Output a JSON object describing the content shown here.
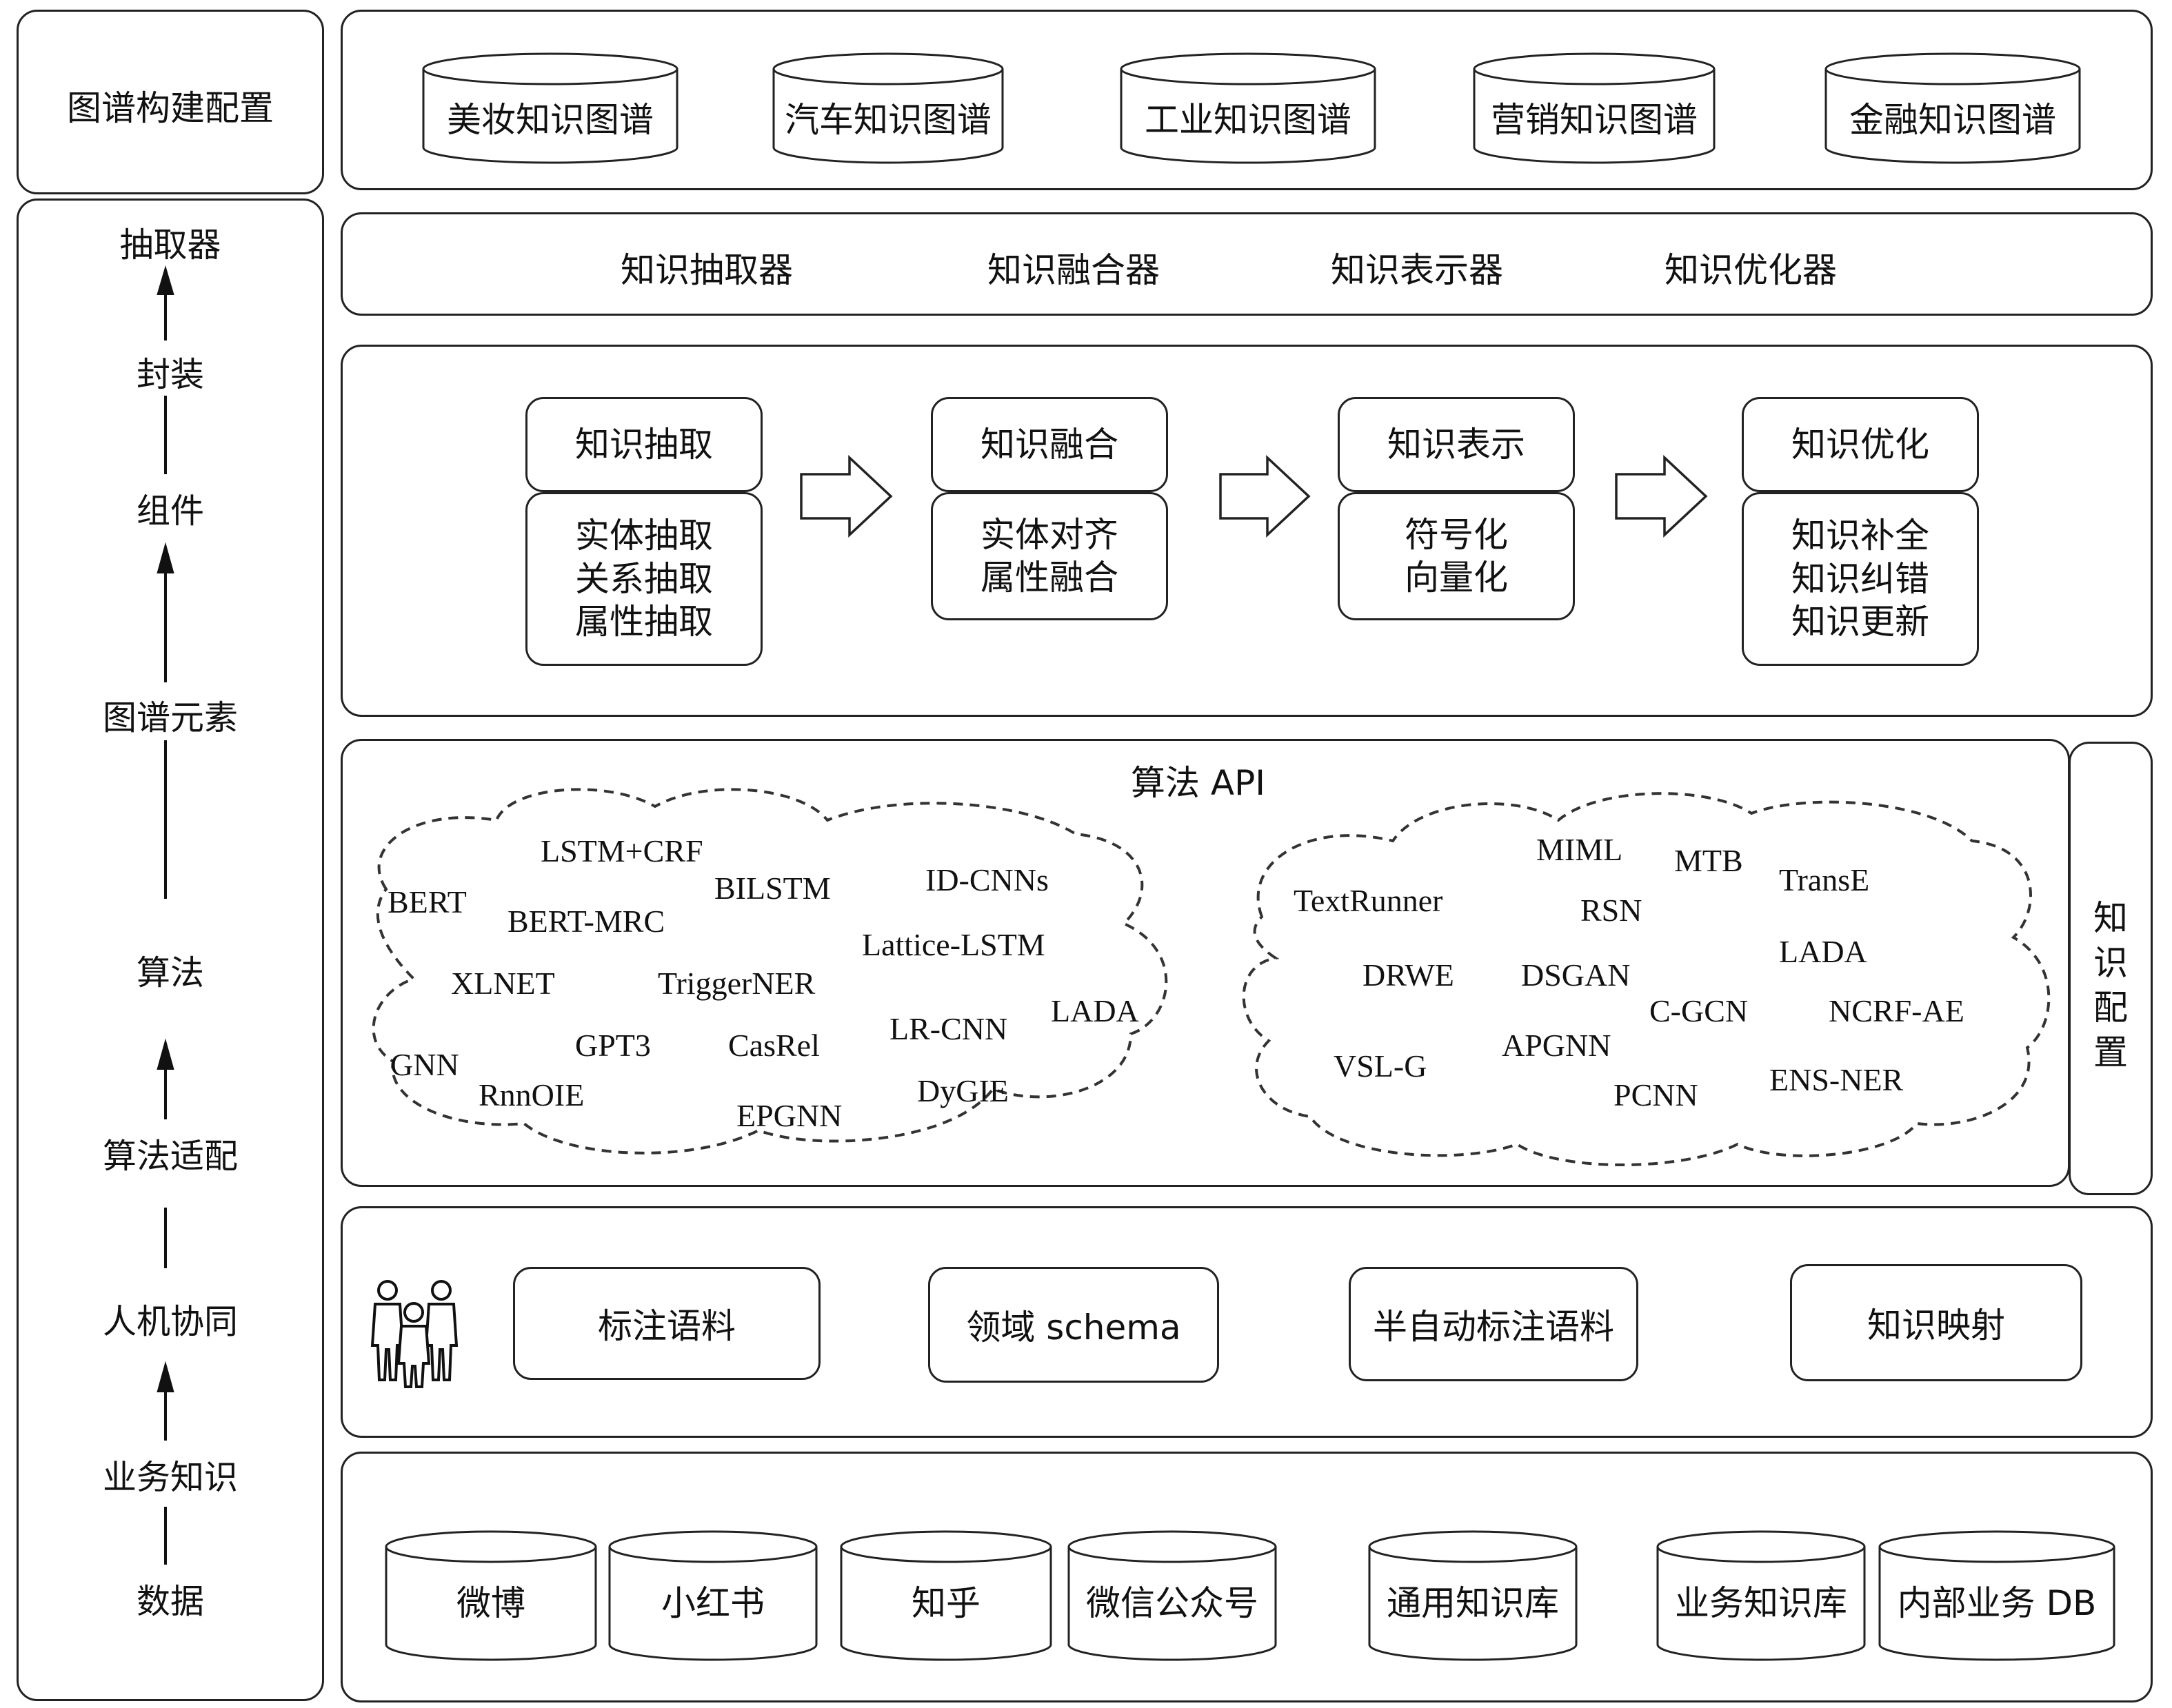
{
  "left_column": {
    "top_box": "图谱构建配置",
    "flow": [
      "抽取器",
      "封装",
      "组件",
      "图谱元素",
      "算法",
      "算法适配",
      "人机协同",
      "业务知识",
      "数据"
    ]
  },
  "graph_domains": [
    "美妆知识图谱",
    "汽车知识图谱",
    "工业知识图谱",
    "营销知识图谱",
    "金融知识图谱"
  ],
  "tools": [
    "知识抽取器",
    "知识融合器",
    "知识表示器",
    "知识优化器"
  ],
  "pipeline": [
    {
      "title": "知识抽取",
      "body": "实体抽取\n关系抽取\n属性抽取"
    },
    {
      "title": "知识融合",
      "body": "实体对齐\n属性融合"
    },
    {
      "title": "知识表示",
      "body": "符号化\n向量化"
    },
    {
      "title": "知识优化",
      "body": "知识补全\n知识纠错\n知识更新"
    }
  ],
  "algorithm": {
    "title": "算法 API",
    "cloud_left": [
      "LSTM+CRF",
      "BERT",
      "BILSTM",
      "ID-CNNs",
      "BERT-MRC",
      "Lattice-LSTM",
      "XLNET",
      "TriggerNER",
      "LADA",
      "LR-CNN",
      "GNN",
      "GPT3",
      "CasRel",
      "RnnOIE",
      "DyGIE",
      "EPGNN"
    ],
    "cloud_right": [
      "MIML",
      "MTB",
      "TextRunner",
      "TransE",
      "RSN",
      "LADA",
      "DRWE",
      "DSGAN",
      "C-GCN",
      "NCRF-AE",
      "APGNN",
      "VSL-G",
      "ENS-NER",
      "PCNN"
    ]
  },
  "side_label": "知识配置",
  "annotation": [
    "标注语料",
    "领域 schema",
    "半自动标注语料",
    "知识映射"
  ],
  "data_sources": [
    "微博",
    "小红书",
    "知乎",
    "微信公众号",
    "通用知识库",
    "业务知识库",
    "内部业务 DB"
  ]
}
